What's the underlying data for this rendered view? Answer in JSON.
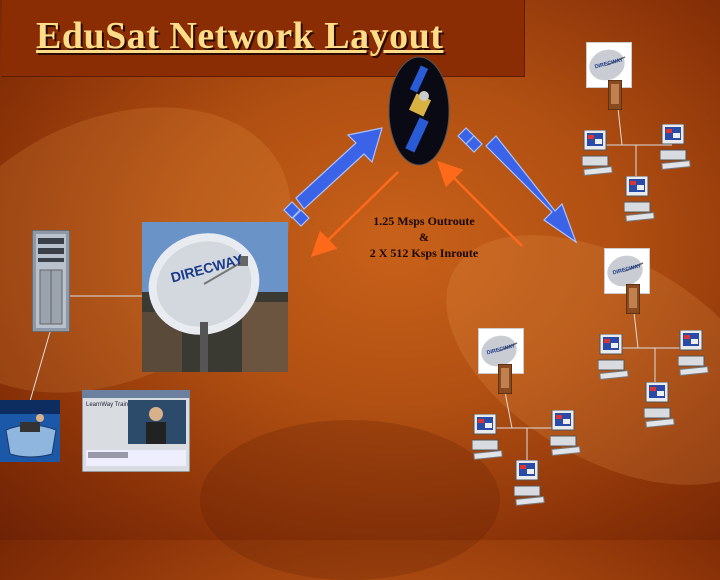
{
  "title": "EduSat Network Layout",
  "link_label": {
    "line1": "1.25 Msps Outroute",
    "line2": "&",
    "line3": "2 X 512 Ksps Inroute"
  },
  "dish_brand": "DIRECWAY",
  "dish_brand_big": "DIRECWAY",
  "training_window_title": "LearnWay Training",
  "colors": {
    "background": "#b04f12",
    "title_text": "#ffdd88",
    "arrow_blue": "#3a63e8",
    "arrow_orange": "#ff6a1a"
  },
  "icons": [
    "satellite-icon",
    "server-rack-icon",
    "satellite-dish-photo",
    "studio-desk-icon",
    "training-screen-icon",
    "vsat-dish-icon",
    "modem-icon",
    "computer-icon"
  ]
}
